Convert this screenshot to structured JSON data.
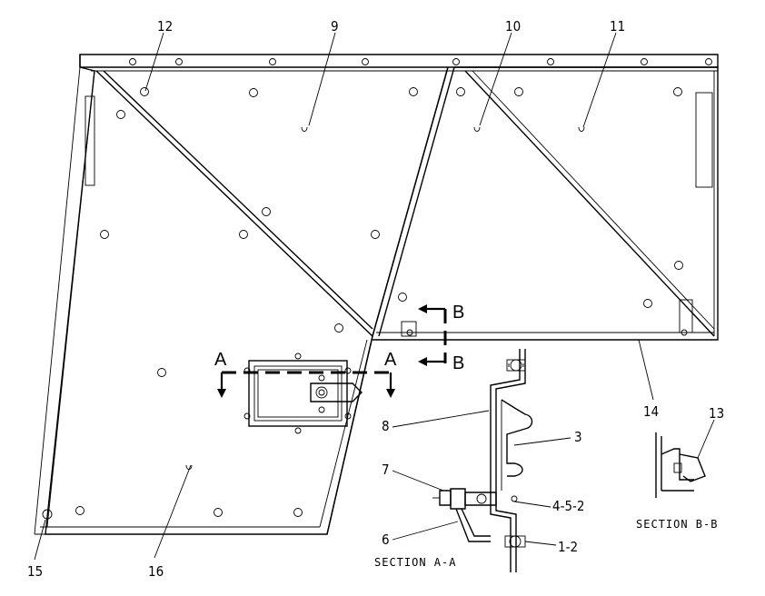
{
  "callouts": {
    "c1": "12",
    "c2": "9",
    "c3": "10",
    "c4": "11",
    "c5": "14",
    "c6": "13",
    "c7": "8",
    "c8": "3",
    "c9": "7",
    "c10": "4-5-2",
    "c11": "6",
    "c12": "1-2",
    "c13": "15",
    "c14": "16"
  },
  "section_markers": {
    "a_left": "A",
    "a_right": "A",
    "b_top": "B",
    "b_bottom": "B"
  },
  "captions": {
    "section_aa": "SECTION A-A",
    "section_bb": "SECTION B-B"
  }
}
